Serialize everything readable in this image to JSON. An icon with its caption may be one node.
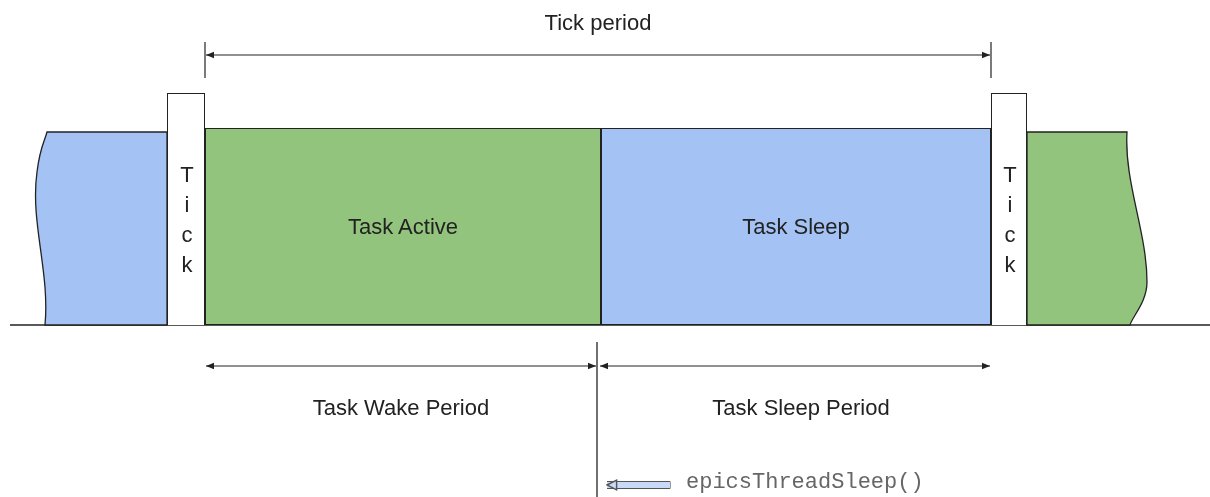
{
  "diagram": {
    "nodes": [
      {
        "text": [],
        "shape": "box"
      },
      {
        "text": [
          "Tick"
        ]
      },
      {
        "text": [
          "Task Active"
        ]
      },
      {
        "text": [
          "Task Sleep"
        ]
      },
      {
        "text": [
          "Tick"
        ]
      },
      {
        "text": [],
        "shape": "box"
      },
      {
        "text": [
          "epicsThreadSleep()"
        ]
      },
      {
        "text": [],
        "shape": "line"
      }
    ],
    "edges": [
      {
        "from": 6,
        "to": 7,
        "arrow": "to"
      }
    ],
    "labels": [
      "Tick period",
      "Task Wake Period",
      "Task Sleep Period"
    ]
  }
}
